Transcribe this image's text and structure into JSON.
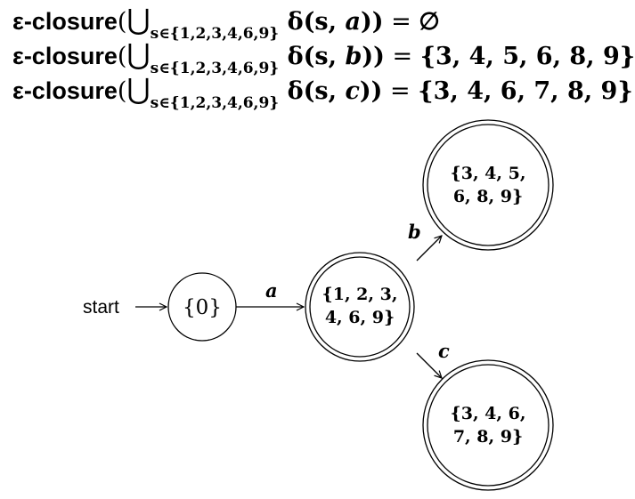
{
  "equations": [
    {
      "op": "ε-closure",
      "paren_open": "(",
      "union": "⋃",
      "subscript": "s∈{1,2,3,4,6,9}",
      "body_before": " δ(s, ",
      "symbol": "a",
      "body_after": "))",
      "equals": " = ",
      "result": "∅"
    },
    {
      "op": "ε-closure",
      "paren_open": "(",
      "union": "⋃",
      "subscript": "s∈{1,2,3,4,6,9}",
      "body_before": " δ(s, ",
      "symbol": "b",
      "body_after": "))",
      "equals": " = ",
      "result": "{3, 4, 5, 6, 8, 9}"
    },
    {
      "op": "ε-closure",
      "paren_open": "(",
      "union": "⋃",
      "subscript": "s∈{1,2,3,4,6,9}",
      "body_before": " δ(s, ",
      "symbol": "c",
      "body_after": "))",
      "equals": " = ",
      "result": "{3, 4, 6, 7, 8, 9}"
    }
  ],
  "diagram": {
    "start_label": "start",
    "nodes": [
      {
        "id": "s0",
        "lines": [
          "{0}"
        ],
        "accepting": false
      },
      {
        "id": "s1",
        "lines": [
          "{1, 2, 3,",
          "4, 6, 9}"
        ],
        "accepting": true
      },
      {
        "id": "s2",
        "lines": [
          "{3, 4, 5,",
          "6, 8, 9}"
        ],
        "accepting": true
      },
      {
        "id": "s3",
        "lines": [
          "{3, 4, 6,",
          "7, 8, 9}"
        ],
        "accepting": true
      }
    ],
    "edges": [
      {
        "from": "s0",
        "to": "s1",
        "label": "a"
      },
      {
        "from": "s1",
        "to": "s2",
        "label": "b"
      },
      {
        "from": "s1",
        "to": "s3",
        "label": "c"
      }
    ]
  }
}
